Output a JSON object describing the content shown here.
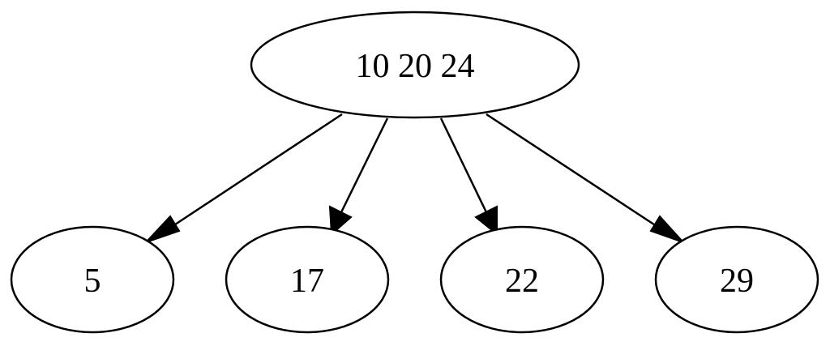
{
  "diagram": {
    "root": {
      "label": "10 20 24"
    },
    "children": [
      {
        "label": "5"
      },
      {
        "label": "17"
      },
      {
        "label": "22"
      },
      {
        "label": "29"
      }
    ]
  }
}
